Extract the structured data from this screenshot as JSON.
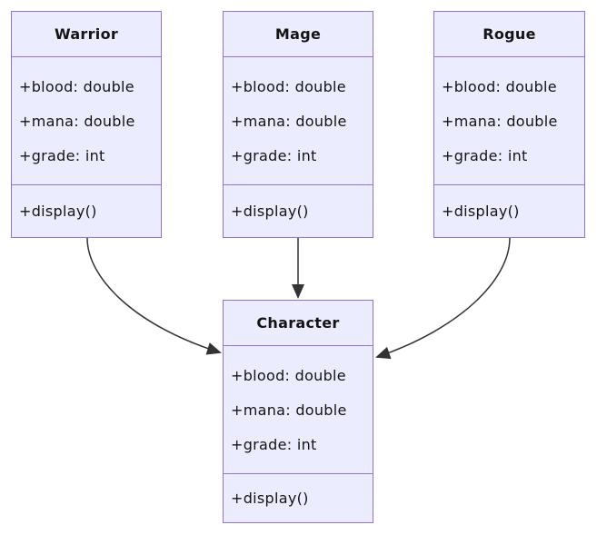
{
  "colors": {
    "node_fill": "#ECECFF",
    "node_border": "#9370DB",
    "edge": "#333333",
    "text": "#141414",
    "background": "#ffffff"
  },
  "diagram_type": "uml-class-diagram",
  "classes": [
    {
      "name": "Warrior",
      "attributes": [
        "+blood: double",
        "+mana: double",
        "+grade: int"
      ],
      "methods": [
        "+display()"
      ]
    },
    {
      "name": "Mage",
      "attributes": [
        "+blood: double",
        "+mana: double",
        "+grade: int"
      ],
      "methods": [
        "+display()"
      ]
    },
    {
      "name": "Rogue",
      "attributes": [
        "+blood: double",
        "+mana: double",
        "+grade: int"
      ],
      "methods": [
        "+display()"
      ]
    },
    {
      "name": "Character",
      "attributes": [
        "+blood: double",
        "+mana: double",
        "+grade: int"
      ],
      "methods": [
        "+display()"
      ]
    }
  ],
  "relationships": [
    {
      "from": "Warrior",
      "to": "Character",
      "style": "solid-arrow"
    },
    {
      "from": "Mage",
      "to": "Character",
      "style": "solid-arrow"
    },
    {
      "from": "Rogue",
      "to": "Character",
      "style": "solid-arrow"
    }
  ]
}
